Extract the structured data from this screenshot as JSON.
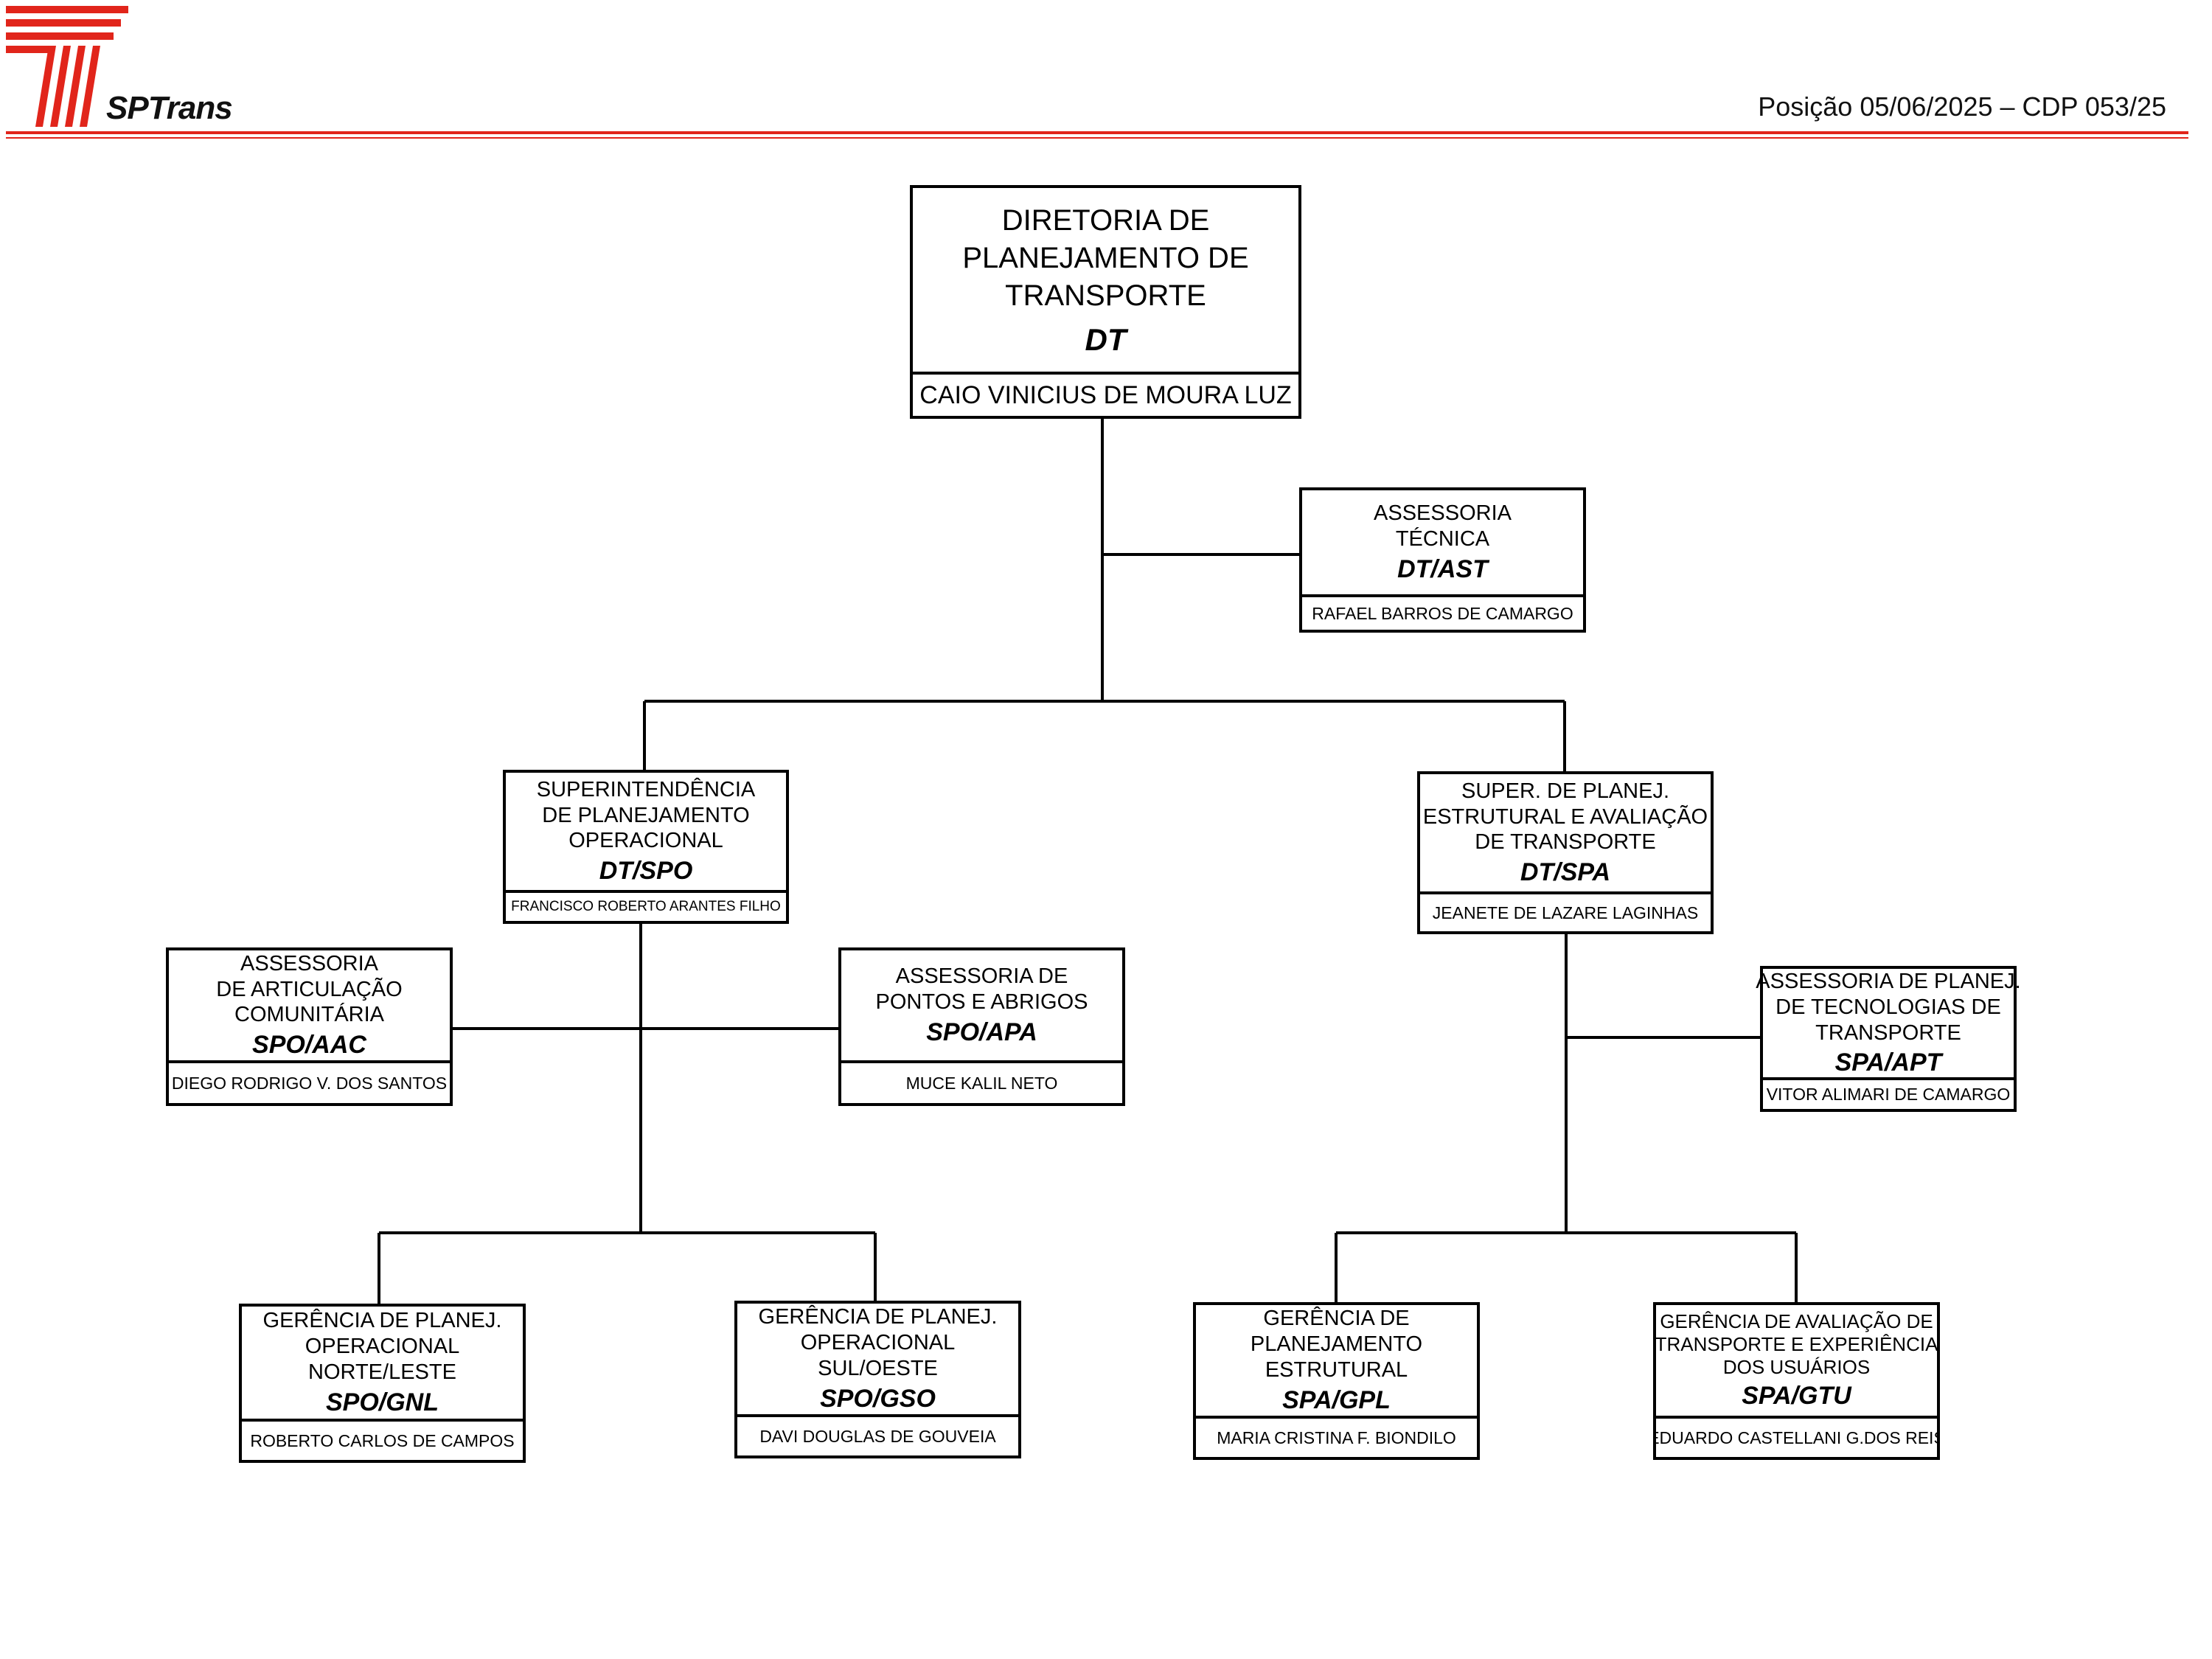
{
  "header": {
    "brand": "SPTrans",
    "position": "Posição 05/06/2025 – CDP 053/25",
    "brand_color": "#e1251b"
  },
  "org": {
    "dt": {
      "lines": [
        "DIRETORIA DE",
        "PLANEJAMENTO DE",
        "TRANSPORTE"
      ],
      "code": "DT",
      "holder": "CAIO VINICIUS DE MOURA LUZ"
    },
    "ast": {
      "lines": [
        "ASSESSORIA",
        "TÉCNICA"
      ],
      "code": "DT/AST",
      "holder": "RAFAEL BARROS DE CAMARGO"
    },
    "spo": {
      "lines": [
        "SUPERINTENDÊNCIA",
        "DE PLANEJAMENTO",
        "OPERACIONAL"
      ],
      "code": "DT/SPO",
      "holder": "FRANCISCO ROBERTO ARANTES FILHO"
    },
    "spa": {
      "lines": [
        "SUPER. DE PLANEJ.",
        "ESTRUTURAL E AVALIAÇÃO",
        "DE TRANSPORTE"
      ],
      "code": "DT/SPA",
      "holder": "JEANETE DE LAZARE LAGINHAS"
    },
    "aac": {
      "lines": [
        "ASSESSORIA",
        "DE ARTICULAÇÃO",
        "COMUNITÁRIA"
      ],
      "code": "SPO/AAC",
      "holder": "DIEGO RODRIGO V. DOS SANTOS"
    },
    "apa": {
      "lines": [
        "ASSESSORIA DE",
        "PONTOS E ABRIGOS"
      ],
      "code": "SPO/APA",
      "holder": "MUCE KALIL NETO"
    },
    "apt": {
      "lines": [
        "ASSESSORIA DE PLANEJ.",
        "DE TECNOLOGIAS DE",
        "TRANSPORTE"
      ],
      "code": "SPA/APT",
      "holder": "VITOR ALIMARI DE CAMARGO"
    },
    "gnl": {
      "lines": [
        "GERÊNCIA DE PLANEJ.",
        "OPERACIONAL",
        "NORTE/LESTE"
      ],
      "code": "SPO/GNL",
      "holder": "ROBERTO CARLOS DE CAMPOS"
    },
    "gso": {
      "lines": [
        "GERÊNCIA DE PLANEJ.",
        "OPERACIONAL",
        "SUL/OESTE"
      ],
      "code": "SPO/GSO",
      "holder": "DAVI DOUGLAS DE GOUVEIA"
    },
    "gpl": {
      "lines": [
        "GERÊNCIA DE",
        "PLANEJAMENTO",
        "ESTRUTURAL"
      ],
      "code": "SPA/GPL",
      "holder": "MARIA CRISTINA F. BIONDILO"
    },
    "gtu": {
      "lines": [
        "GERÊNCIA DE AVALIAÇÃO DE",
        "TRANSPORTE E EXPERIÊNCIA",
        "DOS USUÁRIOS"
      ],
      "code": "SPA/GTU",
      "holder": "EDUARDO CASTELLANI G.DOS REIS"
    }
  }
}
